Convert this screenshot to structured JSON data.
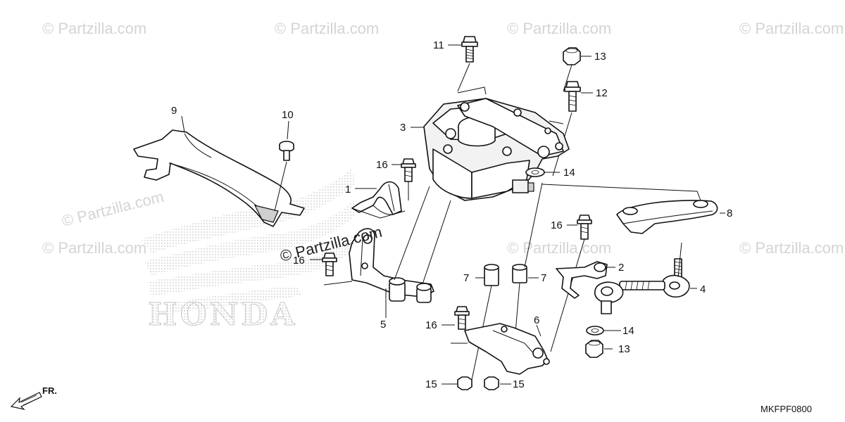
{
  "watermarks": {
    "tile": "© Partzilla.com",
    "center": "© Partzilla.com"
  },
  "brand_bg": {
    "word": "HONDA"
  },
  "diagram_code": "MKFPF0800",
  "direction": {
    "label": "FR."
  },
  "callouts": [
    "1",
    "2",
    "3",
    "4",
    "5",
    "6",
    "7",
    "7",
    "8",
    "9",
    "10",
    "11",
    "12",
    "13",
    "13",
    "14",
    "14",
    "15",
    "15",
    "16",
    "16",
    "16",
    "16"
  ]
}
